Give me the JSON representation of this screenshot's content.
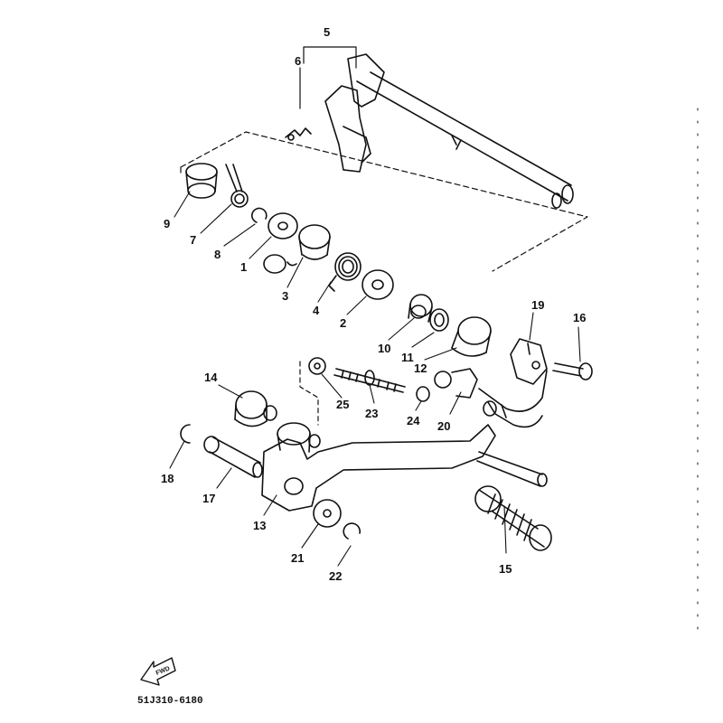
{
  "diagram": {
    "part_labels": [
      "5",
      "6",
      "9",
      "7",
      "8",
      "1",
      "3",
      "4",
      "2",
      "10",
      "11",
      "12",
      "19",
      "16",
      "14",
      "25",
      "23",
      "24",
      "20",
      "18",
      "17",
      "13",
      "21",
      "22",
      "15"
    ],
    "fwd_label": "FWD",
    "drawing_code": "51J310-6180"
  }
}
